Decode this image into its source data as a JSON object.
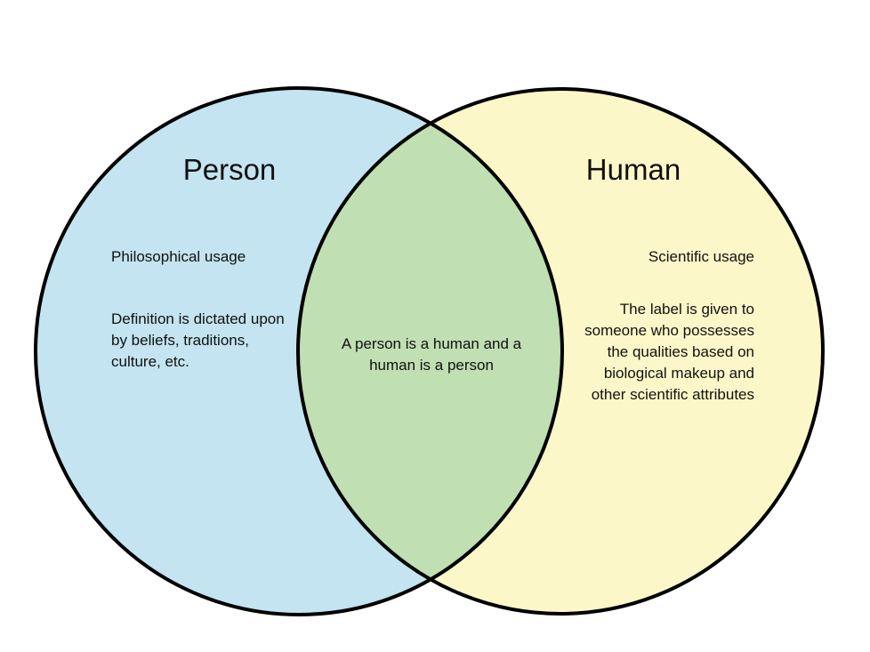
{
  "diagram": {
    "type": "venn-two-set",
    "background_color": "#ffffff",
    "stroke_color": "#000000",
    "stroke_width": 4,
    "left_set": {
      "title": "Person",
      "fill_color": "#c3e4f0",
      "subtitle": "Philosophical usage",
      "body": "Definition is dictated upon by beliefs, traditions, culture, etc."
    },
    "right_set": {
      "title": "Human",
      "fill_color": "#fcf7c8",
      "subtitle": "Scientific usage",
      "body": "The label is given to someone who possesses the qualities based on biological makeup and other scientific attributes"
    },
    "intersection": {
      "fill_color": "#c0dfb2",
      "body": "A person is a human and a human is a person"
    }
  }
}
